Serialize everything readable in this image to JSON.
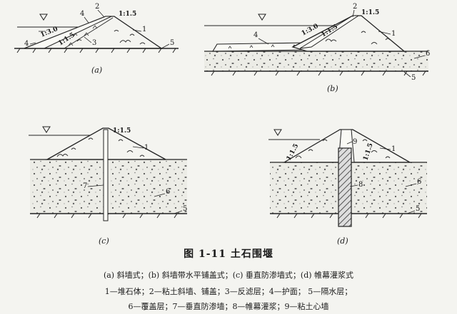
{
  "panels": {
    "a": {
      "label": "(a)",
      "slope_labels": [
        "1:3.0",
        "1:1.5",
        "1:1.5"
      ],
      "callouts": [
        "2",
        "4",
        "1",
        "3",
        "4",
        "5"
      ]
    },
    "b": {
      "label": "(b)",
      "slope_labels": [
        "1:3.0",
        "1:1.5",
        "1:1.5"
      ],
      "callouts": [
        "2",
        "4",
        "1",
        "6",
        "5"
      ]
    },
    "c": {
      "label": "(c)",
      "slope_labels": [
        "1:1.5"
      ],
      "callouts": [
        "1",
        "7",
        "6",
        "5"
      ]
    },
    "d": {
      "label": "(d)",
      "slope_labels": [
        "1:1.5",
        "1:1.5"
      ],
      "callouts": [
        "9",
        "1",
        "8",
        "6",
        "5"
      ]
    }
  },
  "caption": {
    "title": "图 1-11   土石围堰",
    "subtypes": "(a) 斜墙式；(b) 斜墙带水平铺盖式；(c) 垂直防渗墙式；(d) 帷幕灌浆式",
    "legend_line1": "1—堆石体；2—粘土斜墙、铺盖；3—反滤层；4—护面；  5—隔水层；",
    "legend_line2": "6—覆盖层；7—垂直防渗墙；8—帷幕灌浆；9—粘土心墙"
  }
}
